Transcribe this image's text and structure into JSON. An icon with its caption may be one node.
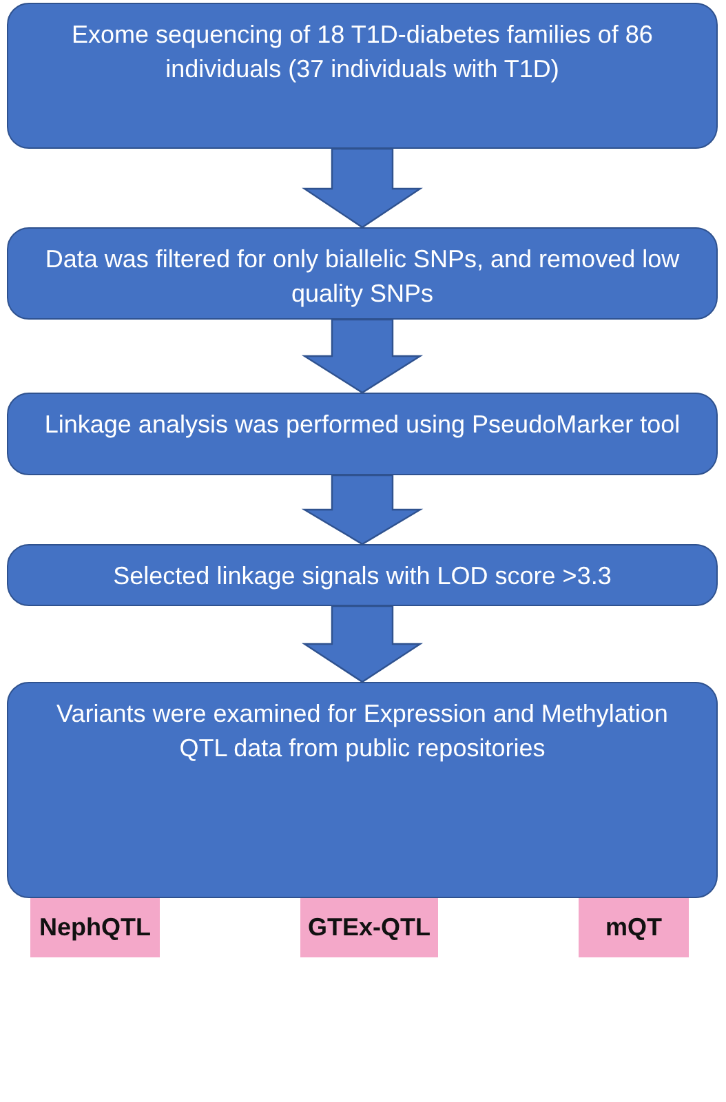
{
  "diagram": {
    "nodes": [
      {
        "text": [
          "Exome sequencing of 18 T1D-diabetes families of 86 individuals (37 individuals with T1D)"
        ]
      },
      {
        "text": [
          "Data was filtered for only biallelic SNPs, and removed low quality SNPs"
        ]
      },
      {
        "text": [
          "Linkage analysis was performed using PseudoMarker tool"
        ]
      },
      {
        "text": [
          "Selected linkage signals with LOD score >3.3"
        ]
      },
      {
        "text": [
          "Variants were examined for Expression and Methylation QTL data from public repositories"
        ]
      },
      {
        "text": [
          "NephQTL"
        ]
      },
      {
        "text": [
          "GTEx-QTL"
        ]
      },
      {
        "text": [
          "mQT"
        ]
      }
    ],
    "edges": [
      {
        "from": 0,
        "to": 1,
        "arrow": "to"
      },
      {
        "from": 1,
        "to": 2,
        "arrow": "to"
      },
      {
        "from": 2,
        "to": 3,
        "arrow": "to"
      },
      {
        "from": 3,
        "to": 4,
        "arrow": "to"
      }
    ]
  }
}
